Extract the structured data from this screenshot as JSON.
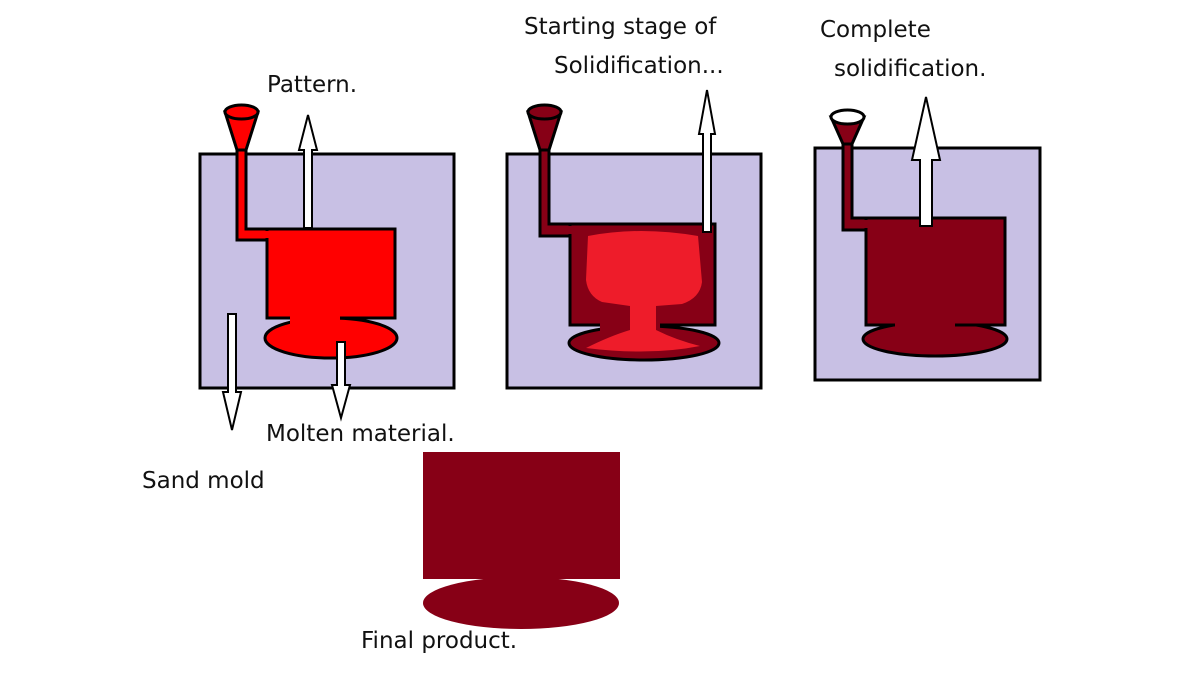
{
  "labels": {
    "pattern": "Pattern.",
    "starting_line1": "Starting stage of",
    "starting_line2": "Solidification...",
    "complete_line1": "Complete",
    "complete_line2": "solidification.",
    "molten": "Molten material.",
    "sand_mold": "Sand mold",
    "final": "Final product."
  },
  "colors": {
    "sand": "#c8c0e4",
    "molten": "#ff0000",
    "solid": "#870016",
    "liquid_core": "#ee1c2a",
    "outline": "#000000",
    "background": "#ffffff"
  }
}
